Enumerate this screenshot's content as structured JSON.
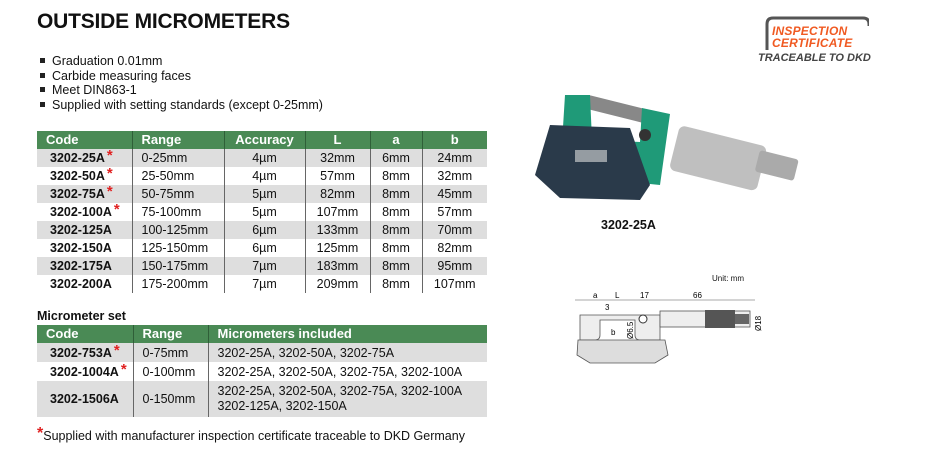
{
  "title": "OUTSIDE MICROMETERS",
  "features": [
    "Graduation 0.01mm",
    "Carbide measuring faces",
    "Meet DIN863-1",
    "Supplied with setting standards (except 0-25mm)"
  ],
  "certificate": {
    "line1": "INSPECTION",
    "line2": "CERTIFICATE",
    "line3": "TRACEABLE TO DKD"
  },
  "image_caption": "3202-25A",
  "diagram": {
    "unit": "Unit: mm",
    "labels": {
      "a": "a",
      "L": "L",
      "three": "3",
      "seventeen": "17",
      "sixtysix": "66",
      "b": "b",
      "d65": "Ø6.5",
      "d18": "Ø18"
    }
  },
  "colors": {
    "header_green": "#4a8a55",
    "star_red": "#e02020",
    "cert_orange": "#f05a22"
  },
  "table1": {
    "headers": [
      "Code",
      "Range",
      "Accuracy",
      "L",
      "a",
      "b"
    ],
    "rows": [
      {
        "code": "3202-25A",
        "star": "*",
        "range": "0-25mm",
        "acc": "4µm",
        "L": "32mm",
        "a": "6mm",
        "b": "24mm"
      },
      {
        "code": "3202-50A",
        "star": "*",
        "range": "25-50mm",
        "acc": "4µm",
        "L": "57mm",
        "a": "8mm",
        "b": "32mm"
      },
      {
        "code": "3202-75A",
        "star": "*",
        "range": "50-75mm",
        "acc": "5µm",
        "L": "82mm",
        "a": "8mm",
        "b": "45mm"
      },
      {
        "code": "3202-100A",
        "star": "*",
        "range": "75-100mm",
        "acc": "5µm",
        "L": "107mm",
        "a": "8mm",
        "b": "57mm"
      },
      {
        "code": "3202-125A",
        "star": "",
        "range": "100-125mm",
        "acc": "6µm",
        "L": "133mm",
        "a": "8mm",
        "b": "70mm"
      },
      {
        "code": "3202-150A",
        "star": "",
        "range": "125-150mm",
        "acc": "6µm",
        "L": "125mm",
        "a": "8mm",
        "b": "82mm"
      },
      {
        "code": "3202-175A",
        "star": "",
        "range": "150-175mm",
        "acc": "7µm",
        "L": "183mm",
        "a": "8mm",
        "b": "95mm"
      },
      {
        "code": "3202-200A",
        "star": "",
        "range": "175-200mm",
        "acc": "7µm",
        "L": "209mm",
        "a": "8mm",
        "b": "107mm"
      }
    ]
  },
  "set_title": "Micrometer set",
  "table2": {
    "headers": [
      "Code",
      "Range",
      "Micrometers included"
    ],
    "rows": [
      {
        "code": "3202-753A",
        "star": "*",
        "range": "0-75mm",
        "inc1": "3202-25A, 3202-50A, 3202-75A",
        "inc2": ""
      },
      {
        "code": "3202-1004A",
        "star": "*",
        "range": "0-100mm",
        "inc1": "3202-25A, 3202-50A, 3202-75A, 3202-100A",
        "inc2": ""
      },
      {
        "code": "3202-1506A",
        "star": "",
        "range": "0-150mm",
        "inc1": "3202-25A, 3202-50A, 3202-75A, 3202-100A",
        "inc2": "3202-125A, 3202-150A"
      }
    ]
  },
  "footnote": {
    "star": "*",
    "text": "Supplied with manufacturer inspection certificate traceable to DKD Germany"
  }
}
